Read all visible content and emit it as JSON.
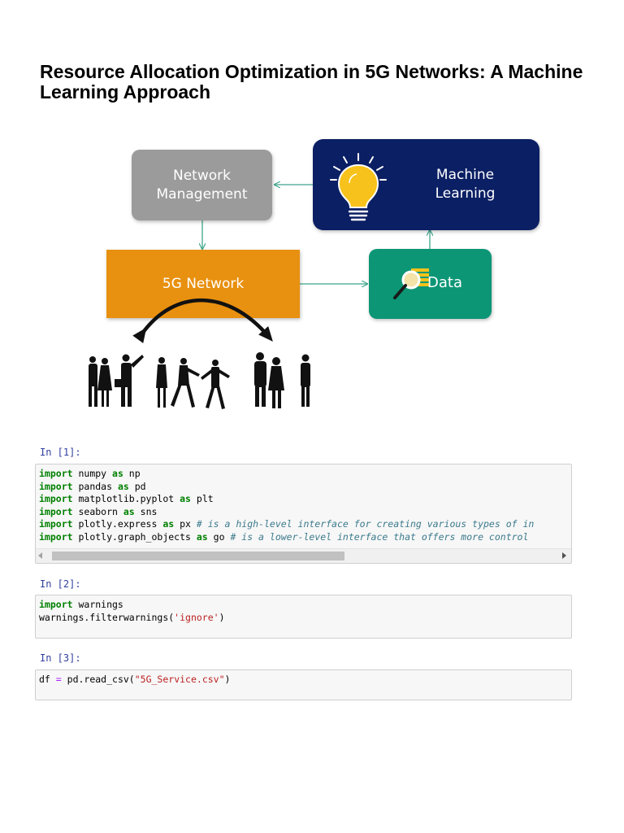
{
  "title": "Resource Allocation Optimization in 5G Networks: A Machine Learning Approach",
  "diagram": {
    "network_management_label": "Network Management",
    "machine_learning_label": "Machine Learning",
    "network_5g_label": "5G Network",
    "data_label": "Data",
    "colors": {
      "network_management": "#9b9b9b",
      "machine_learning": "#0b1f64",
      "network_5g": "#e8900f",
      "data": "#0c9676",
      "arrow": "#3fa58c"
    }
  },
  "cells": [
    {
      "prompt": "In [1]:",
      "lines": [
        {
          "kw1": "import",
          "t1": " numpy ",
          "kw2": "as",
          "t2": " np",
          "comment": ""
        },
        {
          "kw1": "import",
          "t1": " pandas ",
          "kw2": "as",
          "t2": " pd",
          "comment": ""
        },
        {
          "kw1": "import",
          "t1": " matplotlib.pyplot ",
          "kw2": "as",
          "t2": " plt",
          "comment": ""
        },
        {
          "kw1": "import",
          "t1": " seaborn ",
          "kw2": "as",
          "t2": " sns",
          "comment": ""
        },
        {
          "kw1": "import",
          "t1": " plotly.express ",
          "kw2": "as",
          "t2": " px ",
          "comment": "# is a high-level interface for creating various types of in"
        },
        {
          "kw1": "import",
          "t1": " plotly.graph_objects ",
          "kw2": "as",
          "t2": " go ",
          "comment": "# is a lower-level interface that offers more control"
        }
      ]
    },
    {
      "prompt": "In [2]:",
      "line1_kw": "import",
      "line1_rest": " warnings",
      "line2_pre": "warnings.filterwarnings(",
      "line2_str": "'ignore'",
      "line2_post": ")"
    },
    {
      "prompt": "In [3]:",
      "pre": "df ",
      "op": "=",
      "mid": " pd.read_csv(",
      "str": "\"5G_Service.csv\"",
      "post": ")"
    }
  ]
}
